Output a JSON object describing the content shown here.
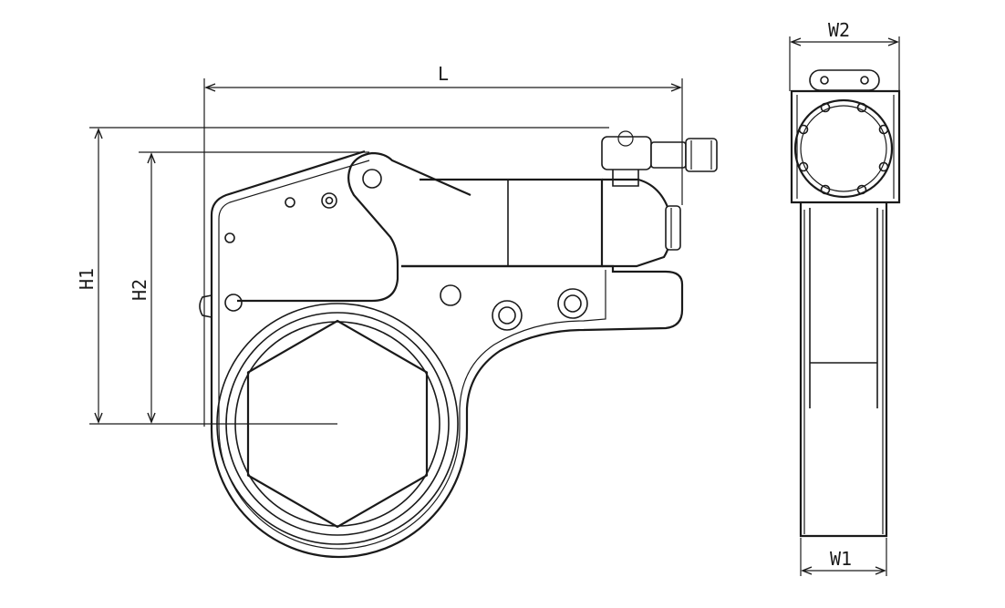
{
  "dimensions": {
    "length": "L",
    "height_1": "H1",
    "height_2": "H2",
    "width_1": "W1",
    "width_2": "W2"
  },
  "colors": {
    "line": "#1a1a1a",
    "background": "#ffffff"
  }
}
